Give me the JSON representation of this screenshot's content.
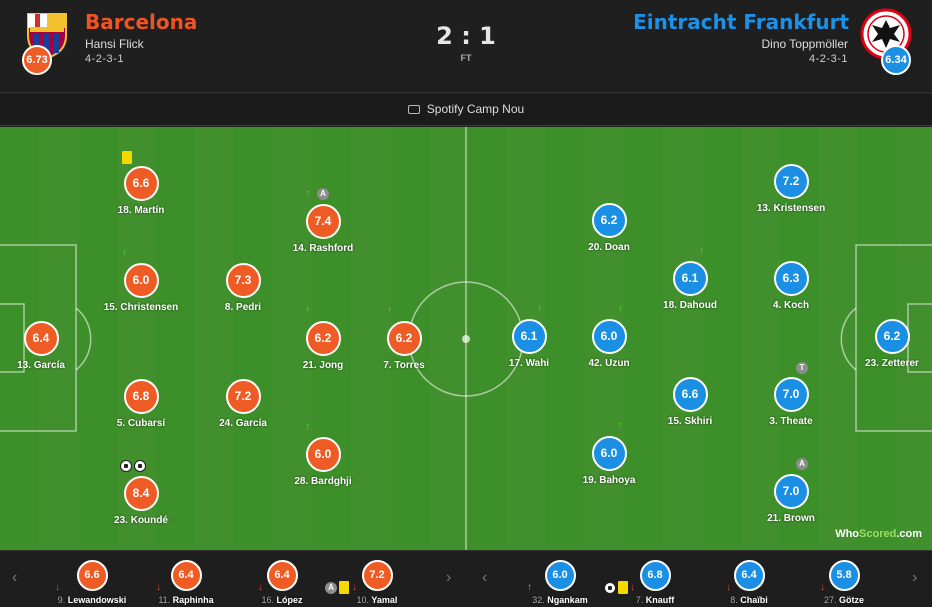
{
  "home": {
    "name": "Barcelona",
    "manager": "Hansi Flick",
    "formation": "4-2-3-1",
    "team_rating": "6.73",
    "color": "#ef5b25"
  },
  "away": {
    "name": "Eintracht Frankfurt",
    "manager": "Dino Toppmöller",
    "formation": "4-2-3-1",
    "team_rating": "6.34",
    "color": "#1a8fe3"
  },
  "score": "2 : 1",
  "status": "FT",
  "venue": "Spotify Camp Nou",
  "brand": {
    "who": "Who",
    "scored": "Scored",
    "dotcom": ".com"
  },
  "home_players": [
    {
      "rating": "6.6",
      "name": "18. Martín"
    },
    {
      "rating": "7.4",
      "name": "14. Rashford"
    },
    {
      "rating": "6.0",
      "name": "15. Christensen"
    },
    {
      "rating": "7.3",
      "name": "8. Pedri"
    },
    {
      "rating": "6.4",
      "name": "13. García"
    },
    {
      "rating": "6.2",
      "name": "21. Jong"
    },
    {
      "rating": "6.2",
      "name": "7. Torres"
    },
    {
      "rating": "6.8",
      "name": "5. Cubarsí"
    },
    {
      "rating": "7.2",
      "name": "24. García"
    },
    {
      "rating": "6.0",
      "name": "28. Bardghji"
    },
    {
      "rating": "8.4",
      "name": "23. Koundé"
    }
  ],
  "away_players": [
    {
      "rating": "7.2",
      "name": "13. Kristensen"
    },
    {
      "rating": "6.2",
      "name": "20. Doan"
    },
    {
      "rating": "6.1",
      "name": "18. Dahoud"
    },
    {
      "rating": "6.3",
      "name": "4. Koch"
    },
    {
      "rating": "6.1",
      "name": "17. Wahi"
    },
    {
      "rating": "6.0",
      "name": "42. Uzun"
    },
    {
      "rating": "6.2",
      "name": "23. Zetterer"
    },
    {
      "rating": "6.6",
      "name": "15. Skhiri"
    },
    {
      "rating": "7.0",
      "name": "3. Theate"
    },
    {
      "rating": "6.0",
      "name": "19. Bahoya"
    },
    {
      "rating": "7.0",
      "name": "21. Brown"
    }
  ],
  "badges": {
    "assist": "A",
    "t": "T"
  },
  "home_subs": [
    {
      "rating": "6.6",
      "num": "9.",
      "name": "Lewandowski"
    },
    {
      "rating": "6.4",
      "num": "11.",
      "name": "Raphinha"
    },
    {
      "rating": "6.4",
      "num": "16.",
      "name": "López"
    },
    {
      "rating": "7.2",
      "num": "10.",
      "name": "Yamal"
    }
  ],
  "away_subs": [
    {
      "rating": "6.0",
      "num": "32.",
      "name": "Ngankam"
    },
    {
      "rating": "6.8",
      "num": "7.",
      "name": "Knauff"
    },
    {
      "rating": "6.4",
      "num": "8.",
      "name": "Chaïbi"
    },
    {
      "rating": "5.8",
      "num": "27.",
      "name": "Götze"
    }
  ]
}
